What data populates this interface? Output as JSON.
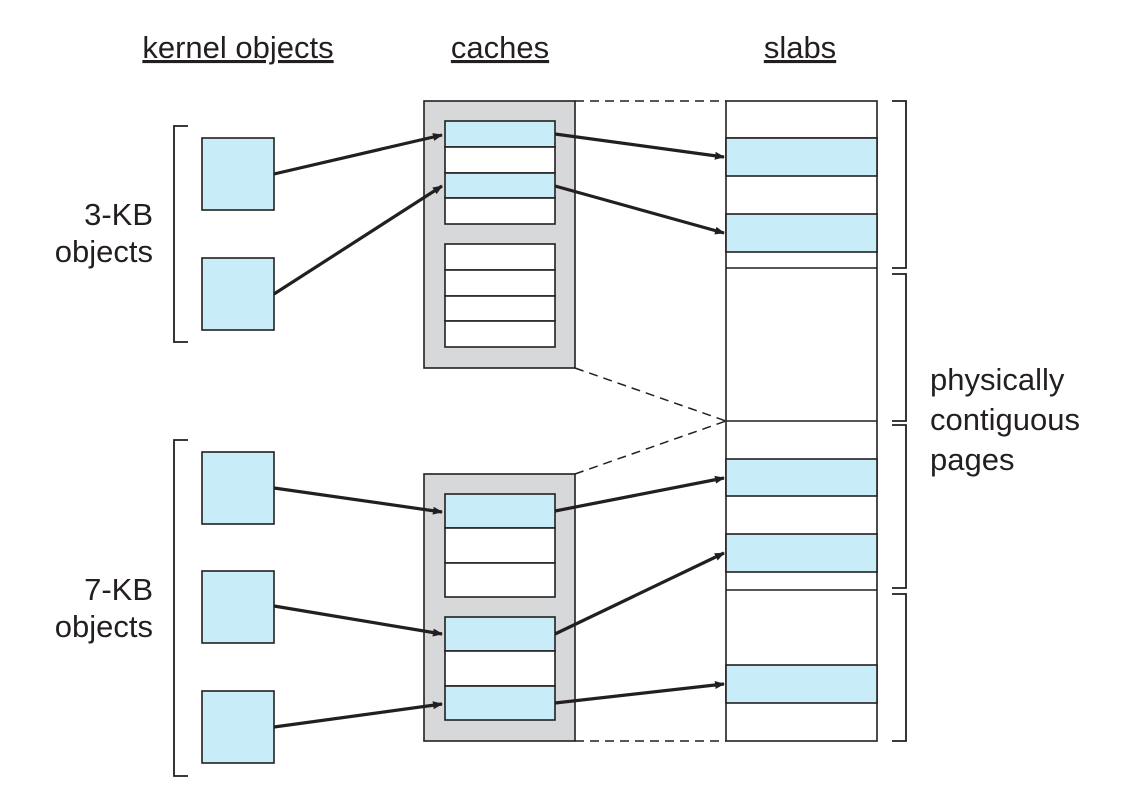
{
  "headers": {
    "kernel_objects": "kernel objects",
    "caches": "caches",
    "slabs": "slabs"
  },
  "groups": {
    "three_kb": [
      "3-KB",
      "objects"
    ],
    "seven_kb": [
      "7-KB",
      "objects"
    ]
  },
  "pages_label": [
    "physically",
    "contiguous",
    "pages"
  ],
  "colors": {
    "object_fill": "#c8ecf8",
    "cache_fill": "#d7d8da",
    "line": "#231f20"
  }
}
